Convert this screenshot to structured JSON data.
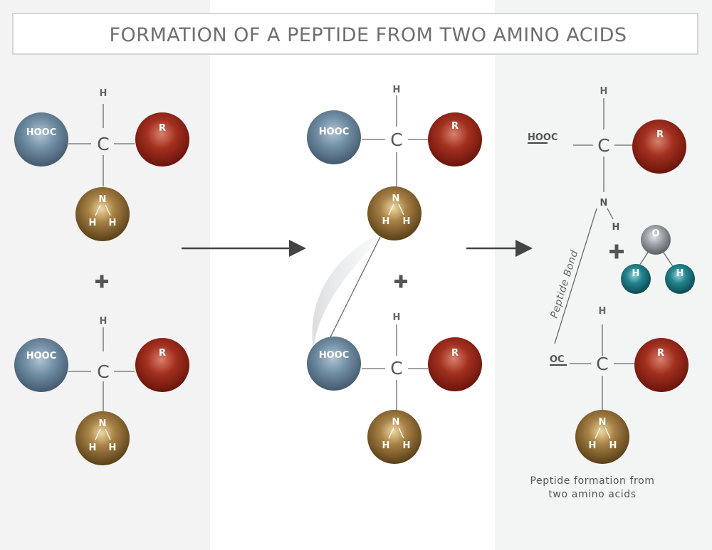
{
  "title": "FORMATION OF A PEPTIDE FROM TWO AMINO ACIDS",
  "labels": {
    "carbon": "C",
    "hydrogen": "H",
    "nitrogen": "N",
    "oxygen": "O",
    "carboxyl": "HOOC",
    "side_chain": "R",
    "carbonyl": "OC",
    "peptide_bond": "Peptide Bond"
  },
  "caption": {
    "line1": "Peptide formation from",
    "line2": "two amino acids"
  },
  "colors": {
    "carboxyl_ball": "#5f7a90",
    "side_chain_ball": "#9a2a1e",
    "amino_ball": "#8c6a32",
    "oxygen_ball": "#8e9296",
    "hydrogen_ball": "#1b7c86"
  }
}
